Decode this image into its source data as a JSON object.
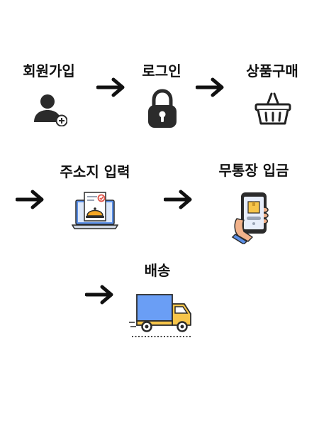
{
  "flow": {
    "steps": [
      {
        "id": "signup",
        "label": "회원가입",
        "icon": "user-add-icon"
      },
      {
        "id": "login",
        "label": "로그인",
        "icon": "lock-icon"
      },
      {
        "id": "purchase",
        "label": "상품구매",
        "icon": "shopping-basket-icon"
      },
      {
        "id": "address",
        "label": "주소지 입력",
        "icon": "laptop-order-icon"
      },
      {
        "id": "deposit",
        "label": "무통장 입금",
        "icon": "phone-payment-icon"
      },
      {
        "id": "delivery",
        "label": "배송",
        "icon": "delivery-truck-icon"
      }
    ],
    "arrow_icon": "arrow-right-icon"
  },
  "colors": {
    "text": "#111111",
    "icon_dark": "#2b2b2b",
    "screen_blue": "#5b8fe6",
    "dish_orange": "#f5a623",
    "truck_blue": "#6a9ef5",
    "truck_yellow": "#f7c54a",
    "skin": "#f2b28a",
    "box_yellow": "#f7c54a"
  }
}
